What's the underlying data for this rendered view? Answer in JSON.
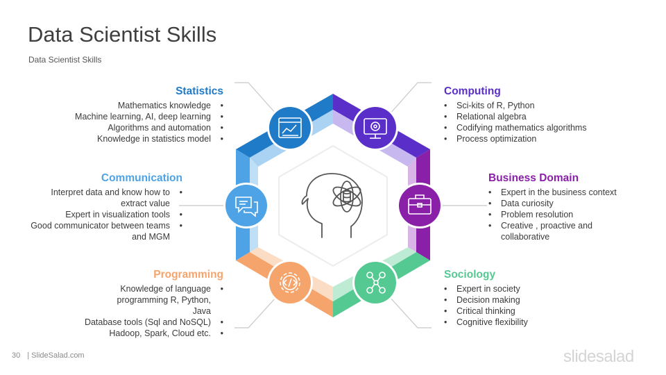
{
  "title": "Data Scientist Skills",
  "subtitle": "Data Scientist  Skills",
  "footer": {
    "page_number": "30",
    "site": "| SlideSalad.com"
  },
  "brand": "slidesalad",
  "colors": {
    "statistics": "#1f7ac8",
    "computing": "#5a2ec9",
    "business": "#8a1fa8",
    "communication": "#4da3e6",
    "programming": "#f5a46b",
    "sociology": "#55c992"
  },
  "center_icon": "head-atom-database-icon",
  "skills": {
    "statistics": {
      "heading": "Statistics",
      "icon": "dashboard-chart-icon",
      "items": [
        "Mathematics knowledge",
        "Machine learning,  AI, deep learning",
        "Algorithms  and automation",
        "Knowledge  in statistics model"
      ]
    },
    "communication": {
      "heading": "Communication",
      "icon": "chat-bubbles-icon",
      "items": [
        "Interpret data and know how to extract value",
        "Expert in visualization tools",
        "Good communicator  between teams and MGM"
      ]
    },
    "programming": {
      "heading": "Programming",
      "icon": "code-gear-icon",
      "items": [
        "Knowledge  of language programming  R, Python, Java",
        "Database tools (Sql and NoSQL)",
        "Hadoop,  Spark, Cloud etc."
      ]
    },
    "computing": {
      "heading": "Computing",
      "icon": "monitor-gear-icon",
      "items": [
        "Sci-kits of R, Python",
        "Relational algebra",
        "Codifying  mathematics algorithms",
        "Process optimization"
      ]
    },
    "business": {
      "heading": "Business Domain",
      "icon": "briefcase-icon",
      "items": [
        "Expert in the business context",
        "Data curiosity",
        "Problem  resolution",
        "Creative , proactive and collaborative"
      ]
    },
    "sociology": {
      "heading": "Sociology",
      "icon": "people-network-icon",
      "items": [
        "Expert in society",
        "Decision making",
        "Critical thinking",
        "Cognitive  flexibility"
      ]
    }
  }
}
